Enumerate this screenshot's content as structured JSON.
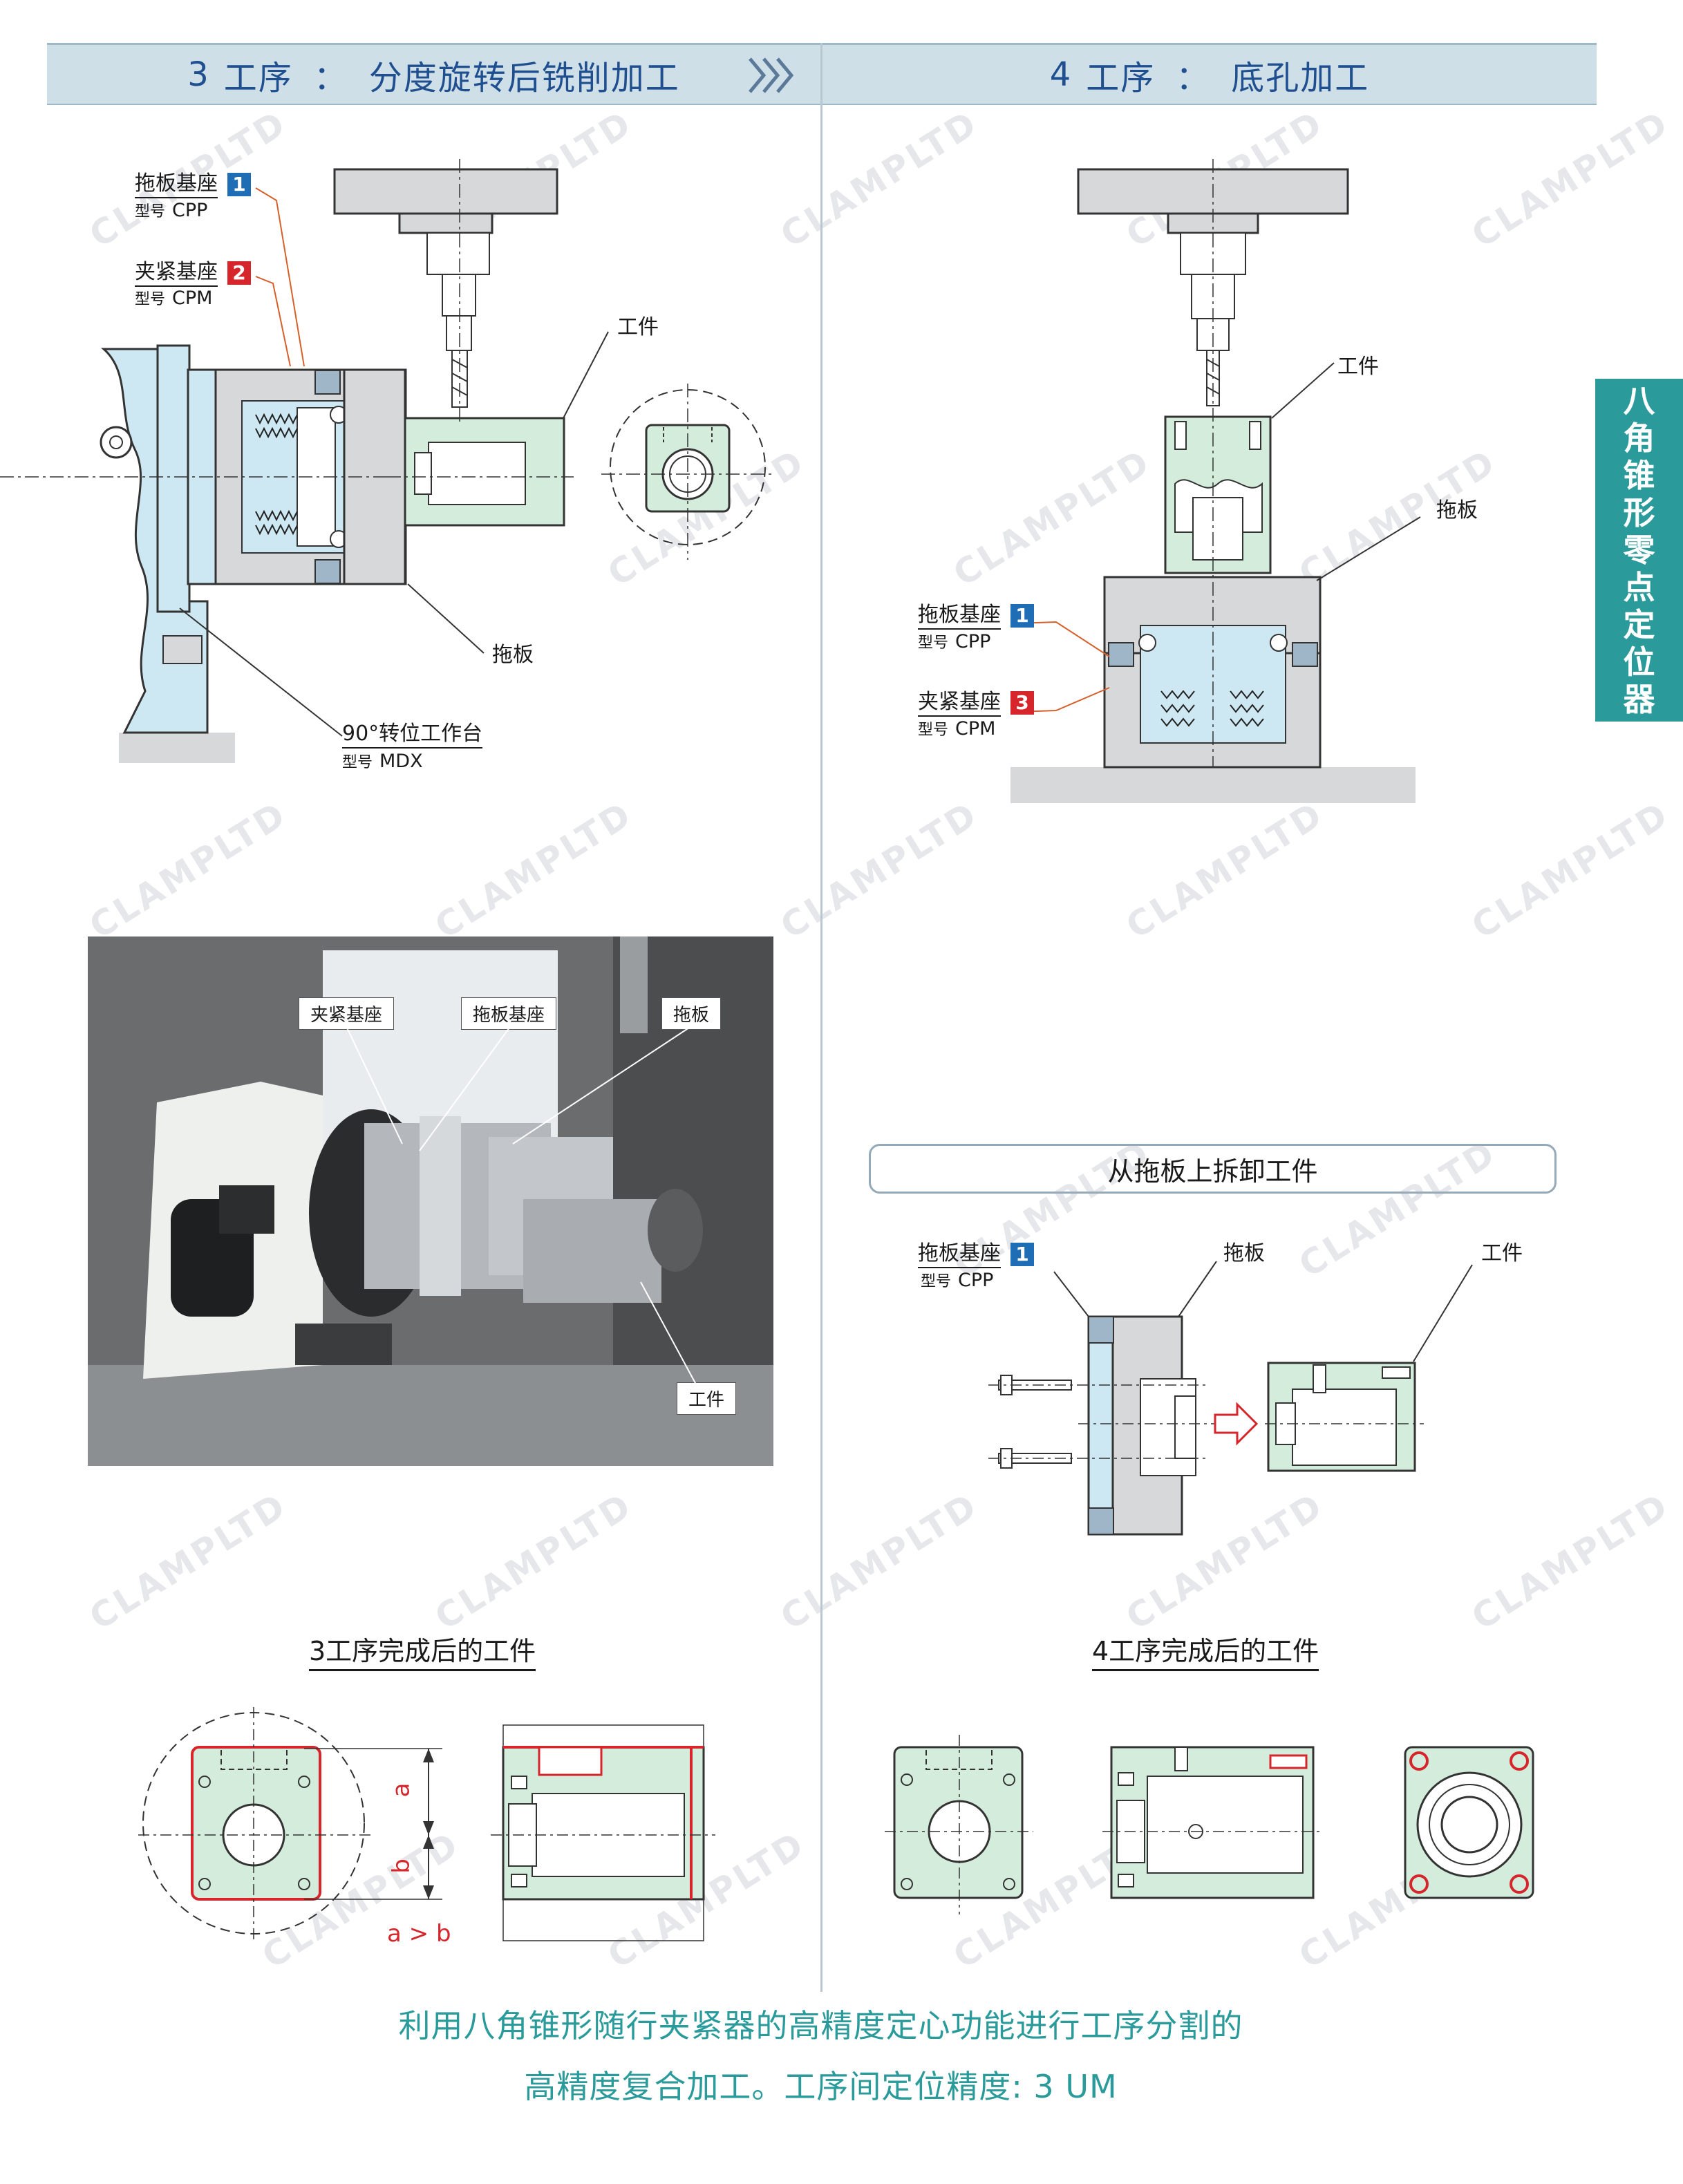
{
  "header_left": {
    "num": "3",
    "word": "工序",
    "colon": "：",
    "title": "分度旋转后铣削加工"
  },
  "header_right": {
    "num": "4",
    "word": "工序",
    "colon": "：",
    "title": "底孔加工"
  },
  "side_tab": [
    "八",
    "角",
    "锥",
    "形",
    "零",
    "点",
    "定",
    "位",
    "器"
  ],
  "left_labels": {
    "pallet_seat": "拖板基座",
    "pallet_seat_no": "1",
    "pallet_model_prefix": "型号",
    "pallet_model": "CPP",
    "clamp_seat": "夹紧基座",
    "clamp_seat_no": "2",
    "clamp_model_prefix": "型号",
    "clamp_model": "CPM",
    "workpiece": "工件",
    "pallet": "拖板",
    "indexer": "90°转位工作台",
    "indexer_model_prefix": "型号",
    "indexer_model": "MDX"
  },
  "right_labels": {
    "workpiece": "工件",
    "pallet": "拖板",
    "pallet_seat": "拖板基座",
    "pallet_seat_no": "1",
    "pallet_model_prefix": "型号",
    "pallet_model": "CPP",
    "clamp_seat": "夹紧基座",
    "clamp_seat_no": "3",
    "clamp_model_prefix": "型号",
    "clamp_model": "CPM"
  },
  "photo_tags": {
    "clamp_seat": "夹紧基座",
    "pallet_seat": "拖板基座",
    "pallet": "拖板",
    "workpiece": "工件"
  },
  "remove": {
    "title": "从拖板上拆卸工件",
    "pallet_seat": "拖板基座",
    "pallet_seat_no": "1",
    "pallet_model_prefix": "型号",
    "pallet_model": "CPP",
    "pallet": "拖板",
    "workpiece": "工件"
  },
  "after3": {
    "title": "3工序完成后的工件",
    "dim_a": "a",
    "dim_b": "b",
    "relation": "a > b"
  },
  "after4": {
    "title": "4工序完成后的工件"
  },
  "watermark": "CLAMPLTD",
  "footer": {
    "line1": "利用八角锥形随行夹紧器的高精度定心功能进行工序分割的",
    "line2": "高精度复合加工。工序间定位精度: 3 UM"
  },
  "colors": {
    "header_bg": "#cfdfe8",
    "header_text": "#1f4f8f",
    "accent_teal": "#2a9a9a",
    "part_green": "#d4ecdc",
    "steel_blue": "#cde8f2",
    "red": "#d6262b",
    "blue": "#1f6db5"
  }
}
